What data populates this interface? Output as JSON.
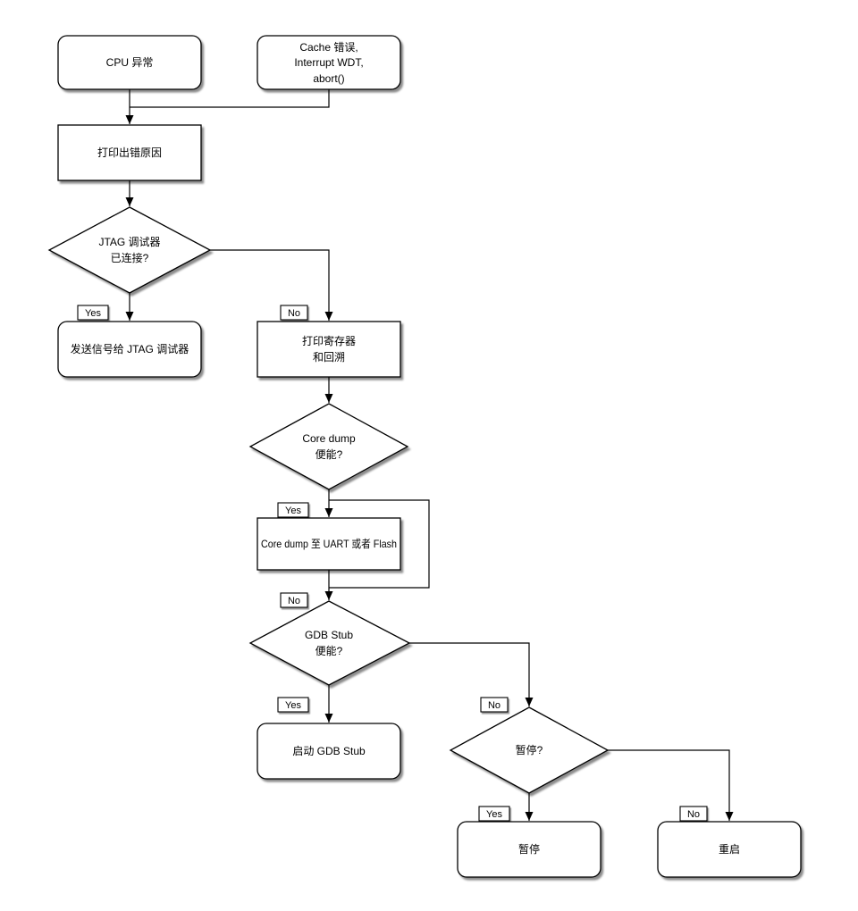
{
  "colors": {
    "background": "#ffffff",
    "node_fill": "#ffffff",
    "line": "#000000",
    "text": "#000000"
  },
  "nodes": {
    "cpu_exception": {
      "label": "CPU 异常"
    },
    "cache_error": {
      "line1": "Cache 错误,",
      "line2": "Interrupt WDT,",
      "line3": "abort()"
    },
    "print_error_reason": {
      "label": "打印出错原因"
    },
    "jtag_connected": {
      "line1": "JTAG 调试器",
      "line2": "已连接?"
    },
    "send_signal_jtag": {
      "label": "发送信号给 JTAG 调试器"
    },
    "print_registers": {
      "line1": "打印寄存器",
      "line2": "和回溯"
    },
    "core_dump_enabled": {
      "line1": "Core dump",
      "line2": "便能?"
    },
    "core_dump_to_uart_flash": {
      "label": "Core dump 至 UART 或者 Flash"
    },
    "gdb_stub_enabled": {
      "line1": "GDB Stub",
      "line2": "便能?"
    },
    "start_gdb_stub": {
      "label": "启动 GDB Stub"
    },
    "halt_question": {
      "label": "暂停?"
    },
    "halt": {
      "label": "暂停"
    },
    "reboot": {
      "label": "重启"
    }
  },
  "edge_labels": {
    "jtag_yes": "Yes",
    "jtag_no": "No",
    "core_dump_yes": "Yes",
    "core_dump_no": "No",
    "gdb_yes": "Yes",
    "gdb_no": "No",
    "halt_yes": "Yes",
    "halt_no": "No"
  }
}
